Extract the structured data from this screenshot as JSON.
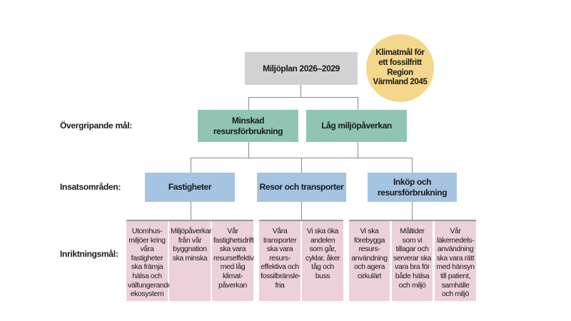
{
  "title": "Miljöplan 2026–2029",
  "badge": "Klimatmål för ett fossilfritt Region Värmland 2045",
  "row_labels": {
    "overarching": "Övergripande mål:",
    "focus_areas": "Insatsområden:",
    "targets": "Inriktningsmål:"
  },
  "overarching_goals": [
    "Minskad resursförbrukning",
    "Låg miljöpåverkan"
  ],
  "focus_areas": [
    {
      "label": "Fastigheter",
      "targets": [
        "Utomhus-miljöer kring våra fastigheter ska främja hälsa och välfungerande ekosystem",
        "Miljöpåverkan från vår byggnation ska minska",
        "Vår fastighetsdrift ska vara resurseffektiv med låg klimat-påverkan"
      ]
    },
    {
      "label": "Resor och transporter",
      "targets": [
        "Våra transporter ska vara resurs-effektiva och fossilbränsle-fria",
        "Vi ska öka andelen som går, cyklar, åker tåg och buss"
      ]
    },
    {
      "label": "Inköp och resursförbrukning",
      "targets": [
        "Vi ska förebygga resurs-användning och agera cirkulärt",
        "Måltider som vi tillagar och serverar ska vara bra för både hälsa och miljö",
        "Vår läkemedels-användning ska vara rätt med hänsyn till patient, samhälle och miljö"
      ]
    }
  ],
  "colors": {
    "top": "#d2d2d2",
    "goal": "#8fc5b2",
    "area": "#a5c4e1",
    "target": "#ecd0da",
    "badge": "#f4d78a"
  }
}
